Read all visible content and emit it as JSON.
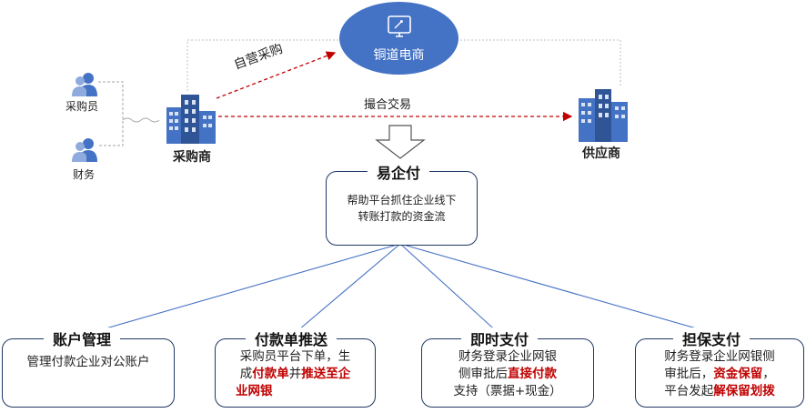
{
  "platform": {
    "name": "铜道电商"
  },
  "roles": {
    "buyer_staff": "采购员",
    "finance": "财务"
  },
  "buyer": {
    "label": "采购商"
  },
  "supplier": {
    "label": "供应商"
  },
  "flows": {
    "self_purchase": "自营采购",
    "matchmaking": "撮合交易"
  },
  "center": {
    "title": "易企付",
    "desc_line1": "帮助平台抓住企业线下",
    "desc_line2": "转账打款的资金流"
  },
  "features": [
    {
      "title": "账户管理",
      "line1": "管理付款企业对公账户"
    },
    {
      "title": "付款单推送",
      "line1": "采购员平台下单，生",
      "line2_a": "成",
      "line2_b": "付款单",
      "line2_c": "并",
      "line2_d": "推送至企",
      "line3": "业网银"
    },
    {
      "title": "即时支付",
      "line1": "财务登录企业网银",
      "line2_a": "侧审批后",
      "line2_b": "直接付款",
      "line3": "支持（票据+现金）"
    },
    {
      "title": "担保支付",
      "line1": "财务登录企业网银侧",
      "line2_a": "审批后，",
      "line2_b": "资金保留",
      "line2_c": "，",
      "line3_a": "平台发起",
      "line3_b": "解保留划拨"
    }
  ],
  "colors": {
    "accent_blue": "#4472c4",
    "highlight_red": "#c00000",
    "box_border": "#1f3864",
    "dashed_red": "#c00000"
  }
}
